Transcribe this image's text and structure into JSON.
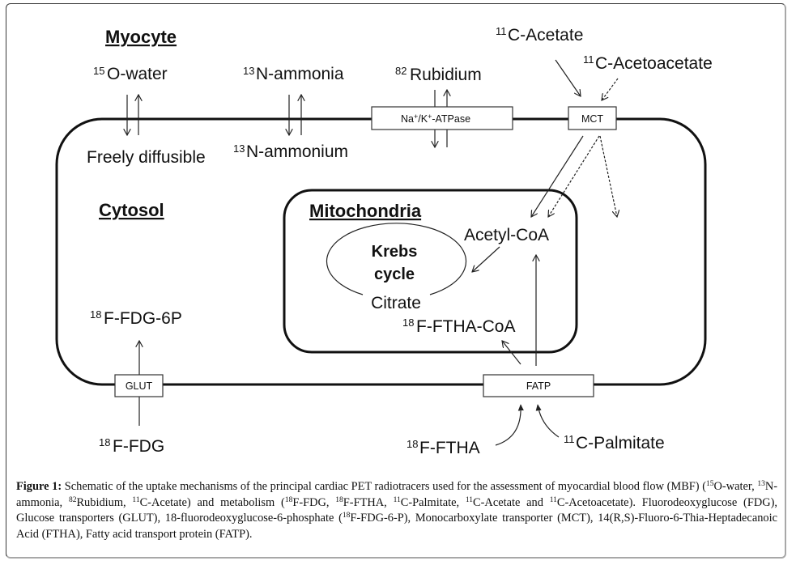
{
  "diagram": {
    "regions": {
      "myocyte": "Myocyte",
      "cytosol": "Cytosol",
      "mitochondria": "Mitochondria"
    },
    "tracers": {
      "o15_water": {
        "sup": "15",
        "text": "O-water"
      },
      "n13_ammonia": {
        "sup": "13",
        "text": "N-ammonia"
      },
      "n13_ammonium": {
        "sup": "13",
        "text": "N-ammonium"
      },
      "rb82": {
        "sup": "82",
        "text": "Rubidium"
      },
      "c11_acetate": {
        "sup": "11",
        "text": "C-Acetate"
      },
      "c11_acetoacetate": {
        "sup": "11",
        "text": "C-Acetoacetate"
      },
      "f18_fdg_6p": {
        "sup": "18",
        "text": "F-FDG-6P"
      },
      "f18_fdg": {
        "sup": "18",
        "text": "F-FDG"
      },
      "f18_ftha": {
        "sup": "18",
        "text": "F-FTHA"
      },
      "f18_ftha_coa": {
        "sup": "18",
        "text": "F-FTHA-CoA"
      },
      "c11_palmitate": {
        "sup": "11",
        "text": "C-Palmitate"
      }
    },
    "labels": {
      "freely_diffusible": "Freely diffusible",
      "acetyl_coa": "Acetyl-CoA",
      "krebs_line1": "Krebs",
      "krebs_line2": "cycle",
      "citrate": "Citrate"
    },
    "transporters": {
      "na_k_atpase": {
        "part1": "Na",
        "sup1": "+",
        "part2": "/K",
        "sup2": "+",
        "part3": "-ATPase"
      },
      "mct": "MCT",
      "glut": "GLUT",
      "fatp": "FATP"
    }
  },
  "caption": {
    "label": "Figure 1:",
    "s1": " Schematic of the uptake mechanisms of the principal cardiac PET radiotracers used for the assessment of myocardial blood flow (MBF) (",
    "sup_15": "15",
    "s2": "O-water, ",
    "sup_13": "13",
    "s3": "N-ammonia, ",
    "sup_82": "82",
    "s4": "Rubidium, ",
    "sup_11a": "11",
    "s5": "C-Acetate) and metabolism (",
    "sup_18a": "18",
    "s6": "F-FDG, ",
    "sup_18b": "18",
    "s7": "F-FTHA, ",
    "sup_11b": "11",
    "s8": "C-Palmitate, ",
    "sup_11c": "11",
    "s9": "C-Acetate and ",
    "sup_11d": "11",
    "s10": "C-Acetoacetate). Fluorodeoxyglucose (FDG), Glucose transporters (GLUT), 18-fluorodeoxyglucose-6-phosphate (",
    "sup_18c": "18",
    "s11": "F-FDG-6-P), Monocarboxylate transporter (MCT), 14(R,S)-Fluoro-6-Thia-Heptadecanoic Acid (FTHA), Fatty acid transport protein (FATP)."
  }
}
